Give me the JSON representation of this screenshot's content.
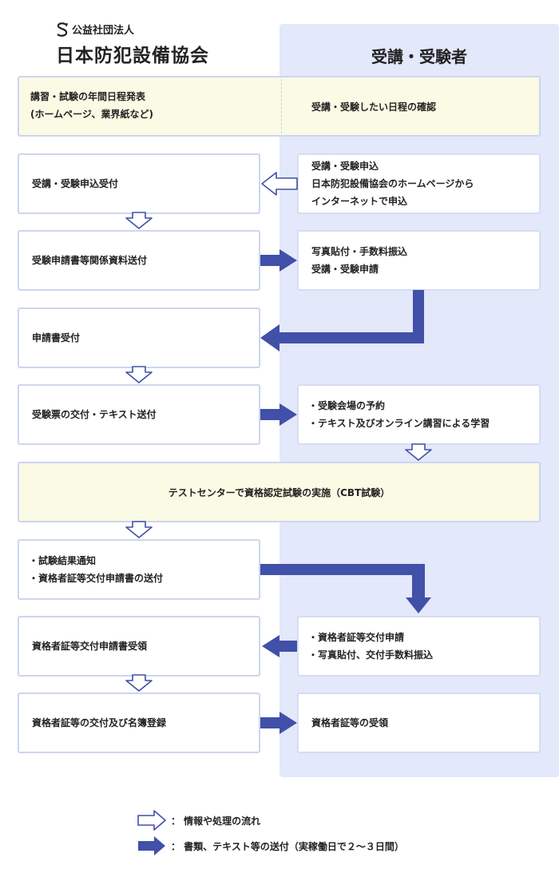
{
  "header": {
    "org_prefix": "公益社団法人",
    "org_name": "日本防犯設備協会",
    "right_title": "受講・受験者"
  },
  "rows": {
    "r1": {
      "left": [
        "講習・試験の年間日程発表",
        "(ホームページ、業界紙など)"
      ],
      "right": "受講・受験したい日程の確認"
    },
    "r2": {
      "left": "受講・受験申込受付",
      "right": [
        "受講・受験申込",
        "日本防犯設備協会のホームページから",
        "インターネットで申込"
      ]
    },
    "r3": {
      "left": "受験申請書等関係資料送付",
      "right": [
        "写真貼付・手数料振込",
        "受講・受験申請"
      ]
    },
    "r4": {
      "left": "申請書受付"
    },
    "r5": {
      "left": "受験票の交付・テキスト送付",
      "right": [
        "・受験会場の予約",
        "・テキスト及びオンライン講習による学習"
      ]
    },
    "r6": {
      "center": "テストセンターで資格認定試験の実施（CBT試験）"
    },
    "r7": {
      "left": [
        "・試験結果通知",
        "・資格者証等交付申請書の送付"
      ]
    },
    "r8": {
      "left": "資格者証等交付申請書受領",
      "right": [
        "・資格者証等交付申請",
        "・写真貼付、交付手数料振込"
      ]
    },
    "r9": {
      "left": "資格者証等の交付及び名簿登録",
      "right": "資格者証等の受領"
    }
  },
  "legend": {
    "outline": "：  情報や処理の流れ",
    "solid": "：  書類、テキスト等の送付（実稼働日で２〜３日間）"
  },
  "colors": {
    "solid_arrow": "#4150a8",
    "outline_arrow": "#4150a8",
    "panel": "#e3e8fa",
    "highlight": "#fbfae4"
  }
}
